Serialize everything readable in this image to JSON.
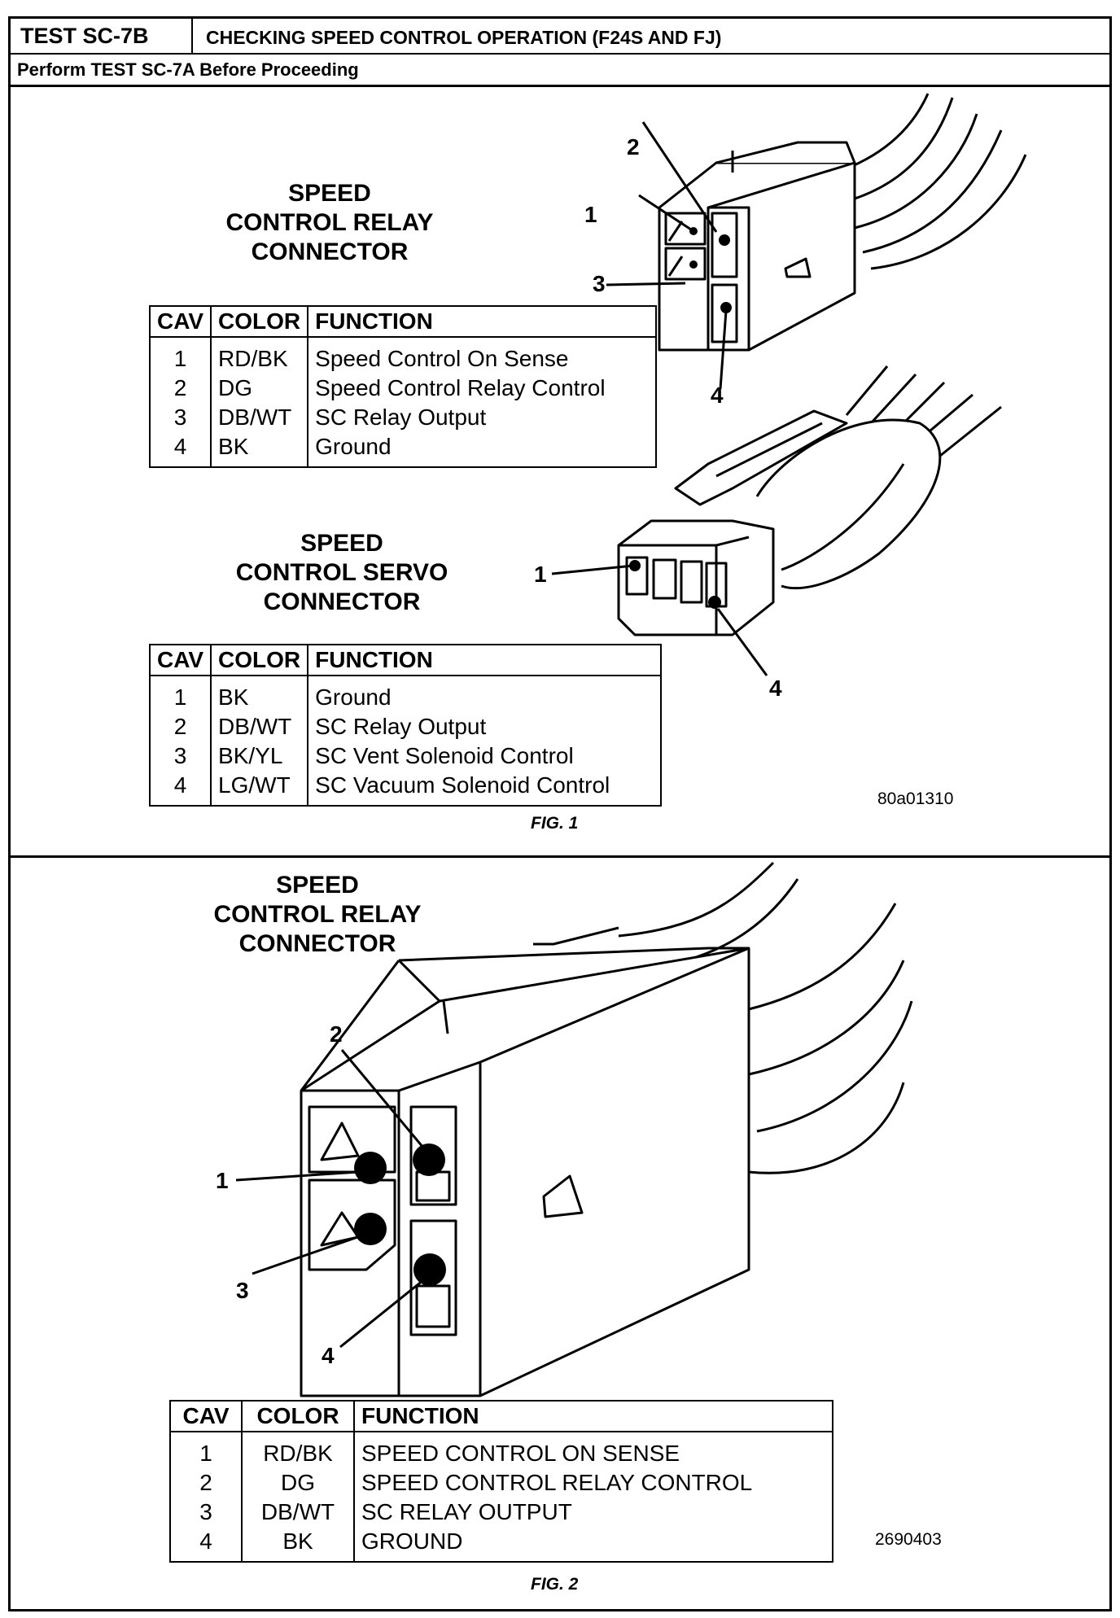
{
  "header": {
    "test_id": "TEST SC-7B",
    "title": "CHECKING SPEED CONTROL OPERATION (F24S AND FJ)",
    "prerequisite": "Perform TEST SC-7A Before Proceeding"
  },
  "fig1": {
    "relay": {
      "label_lines": [
        "SPEED",
        "CONTROL RELAY",
        "CONNECTOR"
      ],
      "columns": [
        "CAV",
        "COLOR",
        "FUNCTION"
      ],
      "rows": [
        [
          "1",
          "RD/BK",
          "Speed Control On Sense"
        ],
        [
          "2",
          "DG",
          "Speed Control Relay Control"
        ],
        [
          "3",
          "DB/WT",
          "SC Relay Output"
        ],
        [
          "4",
          "BK",
          "Ground"
        ]
      ],
      "pin_callouts": [
        "1",
        "2",
        "3",
        "4"
      ]
    },
    "servo": {
      "label_lines": [
        "SPEED",
        "CONTROL SERVO",
        "CONNECTOR"
      ],
      "columns": [
        "CAV",
        "COLOR",
        "FUNCTION"
      ],
      "rows": [
        [
          "1",
          "BK",
          "Ground"
        ],
        [
          "2",
          "DB/WT",
          "SC Relay Output"
        ],
        [
          "3",
          "BK/YL",
          "SC Vent Solenoid Control"
        ],
        [
          "4",
          "LG/WT",
          "SC Vacuum Solenoid Control"
        ]
      ],
      "pin_callouts": [
        "1",
        "4"
      ]
    },
    "ref_code": "80a01310",
    "caption": "FIG. 1"
  },
  "fig2": {
    "label_lines": [
      "SPEED",
      "CONTROL RELAY",
      "CONNECTOR"
    ],
    "columns": [
      "CAV",
      "COLOR",
      "FUNCTION"
    ],
    "rows": [
      [
        "1",
        "RD/BK",
        "SPEED CONTROL ON SENSE"
      ],
      [
        "2",
        "DG",
        "SPEED CONTROL RELAY CONTROL"
      ],
      [
        "3",
        "DB/WT",
        "SC RELAY OUTPUT"
      ],
      [
        "4",
        "BK",
        "GROUND"
      ]
    ],
    "pin_callouts": [
      "1",
      "2",
      "3",
      "4"
    ],
    "ref_code": "2690403",
    "caption": "FIG. 2"
  }
}
